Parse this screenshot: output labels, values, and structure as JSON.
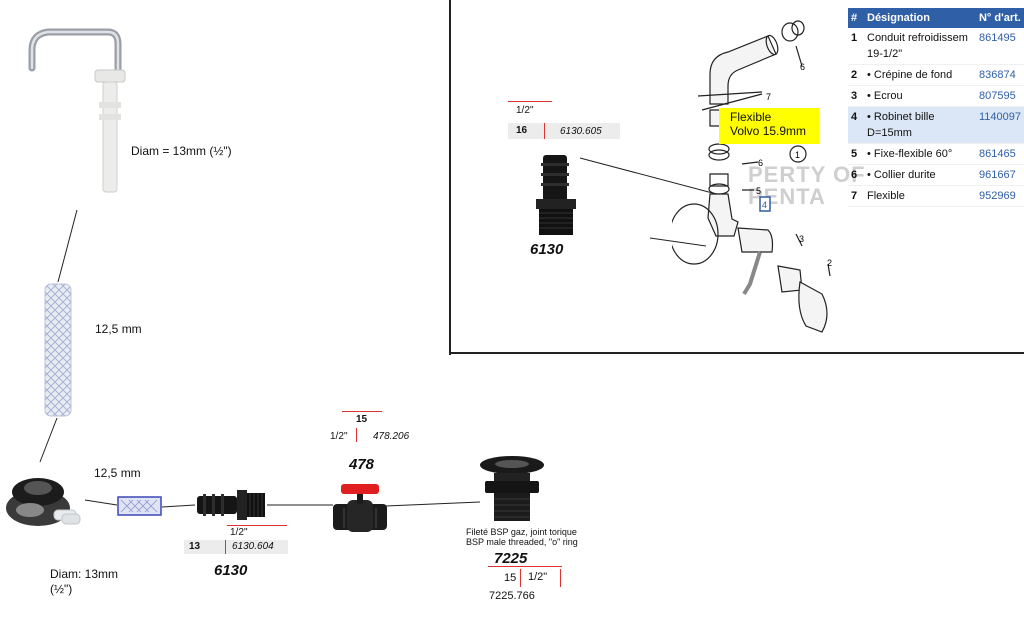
{
  "labels": {
    "faucet_diam": "Diam = 13mm (½\")",
    "hose_diam_1": "12,5 mm",
    "hose_diam_2": "12,5 mm",
    "pump_diam_line1": "Diam: 13mm",
    "pump_diam_line2": "(½\")",
    "flexible_note_line1": "Flexible",
    "flexible_note_line2": "Volvo 15.9mm",
    "watermark_line1": "PERTY OF",
    "watermark_line2": "PENTA"
  },
  "parts": {
    "fitting_top": {
      "size": "1/2''",
      "qty": "16",
      "ref": "6130.605",
      "code": "6130"
    },
    "fitting_bottom": {
      "size": "1/2''",
      "qty": "13",
      "ref": "6130.604",
      "code": "6130"
    },
    "valve": {
      "qty": "15",
      "size": "1/2''",
      "ref": "478.206",
      "code": "478"
    },
    "through_hull": {
      "desc_line1": "Fileté BSP gaz, joint torique",
      "desc_line2": "BSP male threaded, \"o\" ring",
      "code": "7225",
      "qty": "15",
      "size": "1/2\"",
      "ref": "7225.766"
    }
  },
  "diagram_callouts": [
    "6",
    "7",
    "1",
    "6",
    "5",
    "3",
    "2"
  ],
  "parts_table": {
    "headers": [
      "#",
      "Désignation",
      "N° d'art."
    ],
    "rows": [
      {
        "n": "1",
        "designation": "Conduit refroidissem 19-1/2\"",
        "art": "861495"
      },
      {
        "n": "2",
        "designation": "• Crépine de fond",
        "art": "836874"
      },
      {
        "n": "3",
        "designation": "• Ecrou",
        "art": "807595"
      },
      {
        "n": "4",
        "designation": "• Robinet bille D=15mm",
        "art": "1140097"
      },
      {
        "n": "5",
        "designation": "• Fixe-flexible 60°",
        "art": "861465"
      },
      {
        "n": "6",
        "designation": "• Collier durite",
        "art": "961667"
      },
      {
        "n": "7",
        "designation": "Flexible",
        "art": "952969"
      }
    ],
    "highlight_row": 3
  },
  "colors": {
    "table_header": "#2f5fa6",
    "table_highlight": "#dbe7f6",
    "note_bg": "#ffff00",
    "tag_red": "#dd3333",
    "valve_red": "#e02020"
  }
}
